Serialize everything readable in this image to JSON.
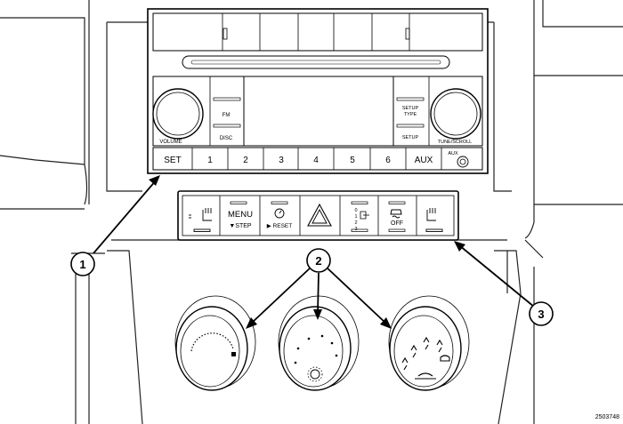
{
  "radio": {
    "volume_label": "VOLUME",
    "fm_label": "FM",
    "disc_label": "DISC",
    "setup_type_line1": "SETUP",
    "setup_type_line2": "TYPE",
    "setup_label": "SETUP",
    "tune_label": "TUNE/SCROLL",
    "aux_jack_label": "AUX",
    "buttons": {
      "set": "SET",
      "p1": "1",
      "p2": "2",
      "p3": "3",
      "p4": "4",
      "p5": "5",
      "p6": "6",
      "aux": "AUX"
    }
  },
  "switch_bank": {
    "menu_label": "MENU",
    "step_label": "▼STEP",
    "reset_label": "▶ RESET",
    "blower_levels": [
      "0",
      "1",
      "2",
      "3"
    ],
    "esc_off_label": "OFF"
  },
  "callouts": {
    "one": "1",
    "two": "2",
    "three": "3"
  },
  "figure_id": "2503748"
}
